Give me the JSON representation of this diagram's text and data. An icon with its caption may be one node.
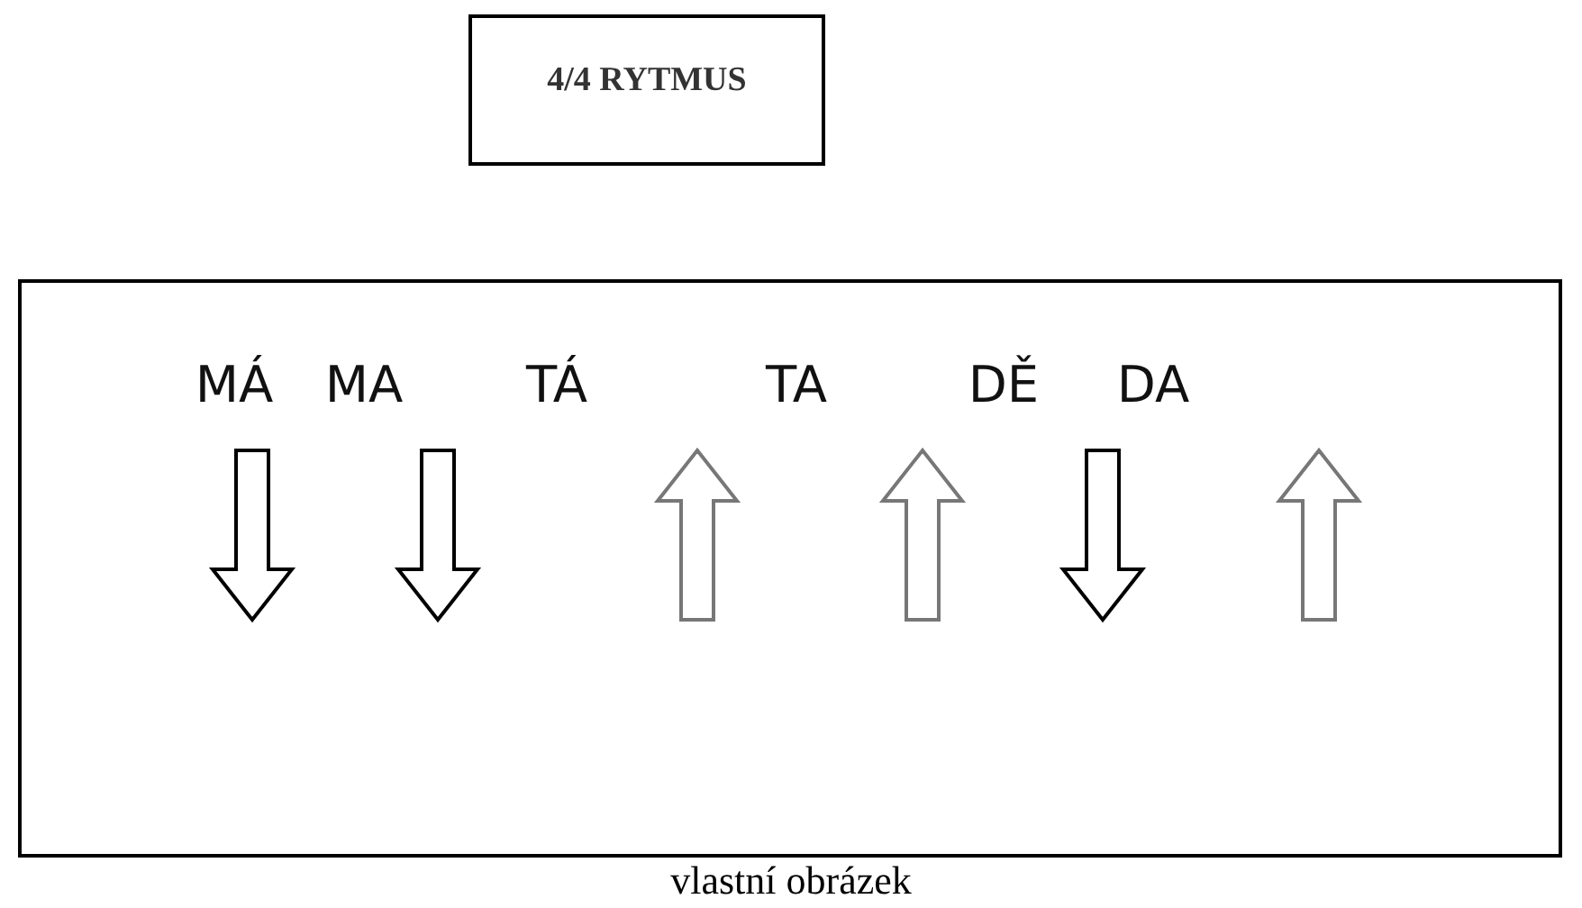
{
  "diagram": {
    "nodes": [
      {
        "text": [
          "4/4 RYTMUS"
        ]
      },
      {
        "text": [
          "MÁ",
          "MA",
          "TÁ",
          "TA",
          "DĚ",
          "DA"
        ]
      }
    ],
    "caption": "vlastní obrázek"
  }
}
